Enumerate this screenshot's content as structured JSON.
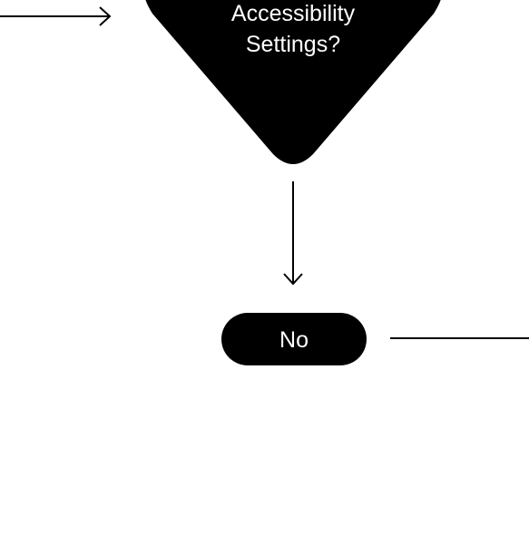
{
  "diagram": {
    "decision": {
      "lines": [
        "Accessibility",
        "Settings?"
      ]
    },
    "outcome": {
      "label": "No"
    },
    "colors": {
      "shape_fill": "#000000",
      "line": "#000000",
      "text": "#ffffff",
      "background": "#ffffff"
    }
  }
}
